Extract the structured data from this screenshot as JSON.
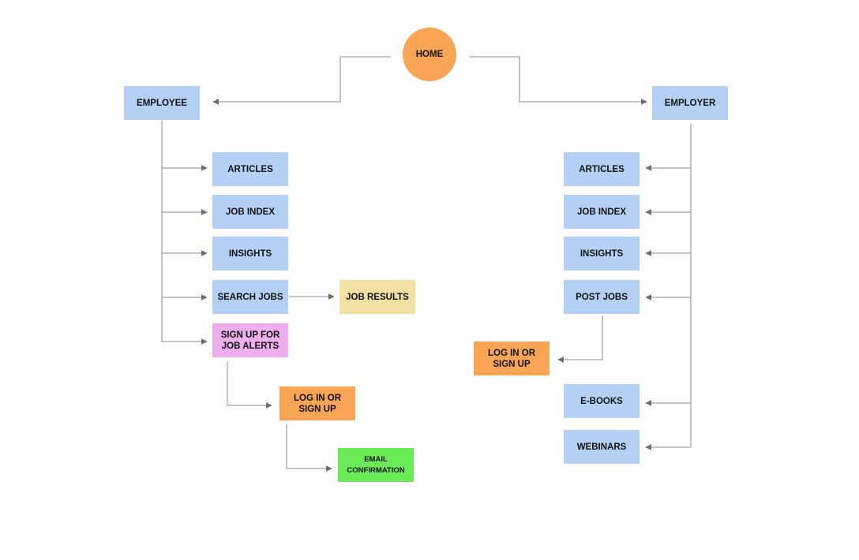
{
  "colors": {
    "primary_node": "#b4d0f4",
    "auth_node": "#f8a555",
    "results_node": "#f2e1a2",
    "alerts_node": "#eeaeed",
    "confirmation_node": "#6bea57",
    "connector": "#7a7a7a"
  },
  "home": {
    "label": "HOME"
  },
  "employee": {
    "label": "EMPLOYEE",
    "articles": "ARTICLES",
    "job_index": "JOB INDEX",
    "insights": "INSIGHTS",
    "search_jobs": "SEARCH JOBS",
    "job_results": "JOB RESULTS",
    "job_alerts": "SIGN UP FOR JOB ALERTS",
    "login": "LOG IN OR SIGN UP",
    "email_confirmation": "EMAIL CONFIRMATION"
  },
  "employer": {
    "label": "EMPLOYER",
    "articles": "ARTICLES",
    "job_index": "JOB INDEX",
    "insights": "INSIGHTS",
    "post_jobs": "POST JOBS",
    "login": "LOG IN OR SIGN UP",
    "ebooks": "E-BOOKS",
    "webinars": "WEBINARS"
  }
}
